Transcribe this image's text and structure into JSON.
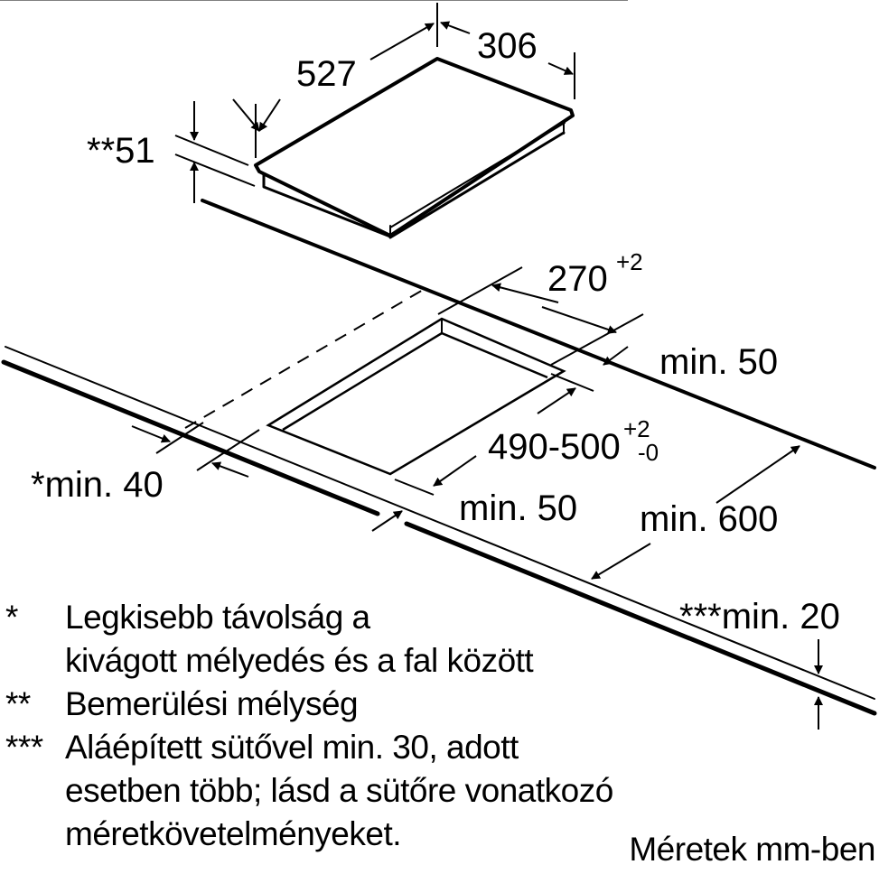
{
  "diagram": {
    "type": "installation-dimension-drawing",
    "subject": "built-in hob and worktop cut-out",
    "colors": {
      "line": "#000000",
      "background": "#ffffff"
    },
    "hob_dimensions": {
      "depth": "527",
      "width": "306",
      "installation_depth": "**51"
    },
    "cutout_dimensions": {
      "width": "270",
      "width_tolerance": "+2",
      "depth": "490-500",
      "depth_tol_upper": "+2",
      "depth_tol_lower": "-0",
      "min_back_distance": "min. 50",
      "min_front_distance": "min. 50",
      "min_wall_distance": "*min. 40",
      "min_worktop_depth": "min. 600",
      "min_worktop_thickness": "***min. 20"
    },
    "notes": [
      {
        "mark": "*",
        "lines": [
          "Legkisebb távolság a",
          "kivágott mélyedés és a fal között"
        ]
      },
      {
        "mark": "**",
        "lines": [
          "Bemerülési mélység"
        ]
      },
      {
        "mark": "***",
        "lines": [
          "Aláépített sütővel min. 30, adott",
          "esetben több; lásd a sütőre vonatkozó",
          "méretkövetelményeket."
        ]
      }
    ],
    "units_label": "Méretek mm-ben"
  }
}
